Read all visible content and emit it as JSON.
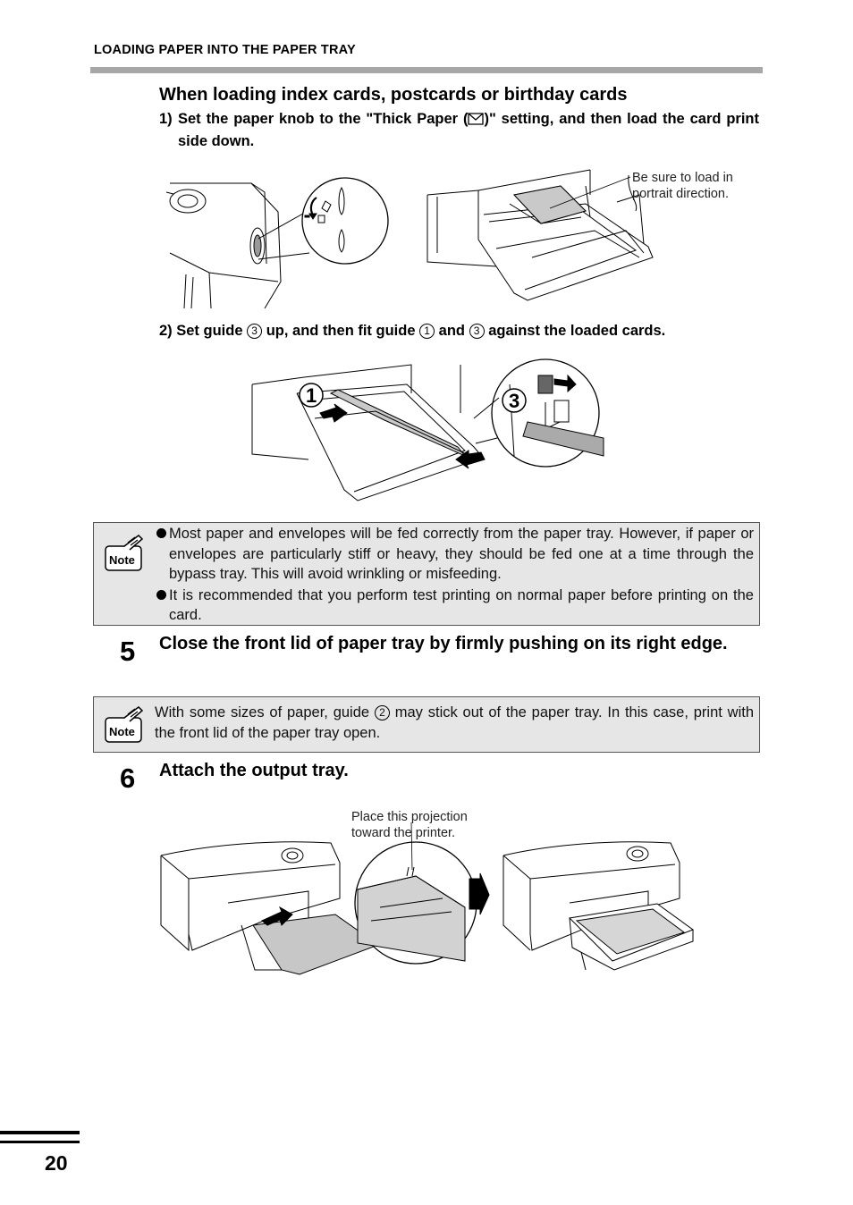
{
  "header": {
    "running_title": "LOADING PAPER INTO THE PAPER TRAY"
  },
  "section": {
    "title": "When loading index cards, postcards or birthday cards",
    "step1": {
      "num": "1)",
      "text_before": "Set the paper knob to the \"Thick Paper (",
      "text_after": ")\" setting, and then load the card print side down."
    },
    "callout1": "Be sure to load in portrait direction.",
    "step2": {
      "p1": "2) Set guide ",
      "g3": "3",
      "p2": " up, and then fit guide ",
      "g1": "1",
      "p3": " and ",
      "g3b": "3",
      "p4": " against the loaded cards."
    },
    "fig2_labels": {
      "a": "1",
      "b": "3"
    }
  },
  "note1": {
    "icon_label": "Note",
    "bullets": [
      "Most paper and envelopes will be fed correctly from the paper tray. However, if paper or envelopes are particularly stiff or heavy, they should be fed one at a time through the bypass tray. This will avoid wrinkling or misfeeding.",
      "It is recommended that you perform test printing on normal paper before printing on the card."
    ]
  },
  "step5": {
    "num": "5",
    "text": "Close the front lid of paper tray by firmly pushing on its right edge."
  },
  "note2": {
    "icon_label": "Note",
    "p1": "With some sizes of paper, guide ",
    "g2": "2",
    "p2": " may stick out of the paper tray. In this case, print with the front lid of the paper tray open."
  },
  "step6": {
    "num": "6",
    "text": "Attach the output tray."
  },
  "callout2": "Place this projection toward the printer.",
  "footer": {
    "page_number": "20"
  }
}
